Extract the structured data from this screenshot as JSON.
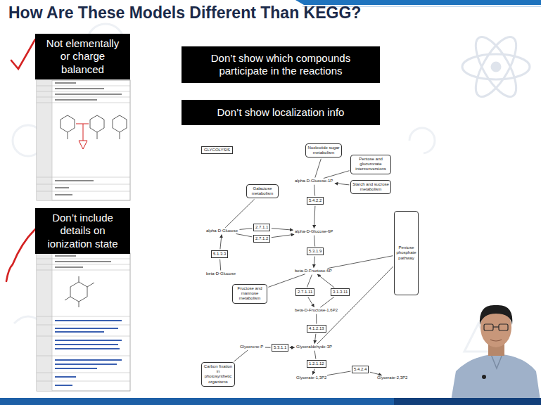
{
  "diagram": {
    "title": "How Are These Models Different Than KEGG?",
    "nodes": [
      {
        "text": [
          "Not elementally or charge balanced"
        ]
      },
      {
        "text": [
          "Don’t show which compounds participate in the reactions"
        ]
      },
      {
        "text": [
          "Don’t show localization info"
        ]
      },
      {
        "text": [
          "Don’t include details on ionization state"
        ]
      },
      {
        "text": [
          "GLYCOLYSIS"
        ]
      },
      {
        "text": [
          "Nucleotide sugar metabolism"
        ]
      },
      {
        "text": [
          "Pentose and glucuronate interconversions"
        ]
      },
      {
        "text": [
          "Starch and sucrose metabolism"
        ]
      },
      {
        "text": [
          "alpha-D-Glucose-1P"
        ]
      },
      {
        "text": [
          "5.4.2.2"
        ]
      },
      {
        "text": [
          "Galactose metabolism"
        ]
      },
      {
        "text": [
          "alpha-D-Glucose"
        ]
      },
      {
        "text": [
          "2.7.1.1"
        ]
      },
      {
        "text": [
          "2.7.1.2"
        ]
      },
      {
        "text": [
          "alpha-D-Glucose-6P"
        ]
      },
      {
        "text": [
          "5.3.1.9"
        ]
      },
      {
        "text": [
          "5.1.3.3"
        ]
      },
      {
        "text": [
          "beta-D-Glucose"
        ]
      },
      {
        "text": [
          "beta-D-Fructose-6P"
        ]
      },
      {
        "text": [
          "Fructose and mannose metabolism"
        ]
      },
      {
        "text": [
          "2.7.1.11"
        ]
      },
      {
        "text": [
          "3.1.3.11"
        ]
      },
      {
        "text": [
          "beta-D-Fructose-1,6P2"
        ]
      },
      {
        "text": [
          "4.1.2.13"
        ]
      },
      {
        "text": [
          "Glycerone-P"
        ]
      },
      {
        "text": [
          "5.3.1.1"
        ]
      },
      {
        "text": [
          "Glyceraldehyde-3P"
        ]
      },
      {
        "text": [
          "Pentose phosphate pathway"
        ]
      },
      {
        "text": [
          "1.2.1.12"
        ]
      },
      {
        "text": [
          "Glycerate-1,3P2"
        ]
      },
      {
        "text": [
          "5.4.2.4"
        ]
      },
      {
        "text": [
          "Glycerate-2,3P2"
        ]
      },
      {
        "text": [
          "Carbon fixation in photosynthetic organisms"
        ]
      }
    ],
    "edges": [
      {
        "from": 5,
        "to": 8,
        "arrow": "none"
      },
      {
        "from": 6,
        "to": 8,
        "arrow": "none"
      },
      {
        "from": 7,
        "to": 8,
        "arrow": "to"
      },
      {
        "from": 8,
        "to": 9,
        "arrow": "none"
      },
      {
        "from": 9,
        "to": 14,
        "arrow": "to"
      },
      {
        "from": 10,
        "to": 11,
        "arrow": "none"
      },
      {
        "from": 11,
        "to": 12,
        "arrow": "none"
      },
      {
        "from": 12,
        "to": 14,
        "arrow": "to"
      },
      {
        "from": 11,
        "to": 13,
        "arrow": "none"
      },
      {
        "from": 13,
        "to": 14,
        "arrow": "to"
      },
      {
        "from": 17,
        "to": 16,
        "arrow": "none"
      },
      {
        "from": 16,
        "to": 11,
        "arrow": "to"
      },
      {
        "from": 14,
        "to": 15,
        "arrow": "none"
      },
      {
        "from": 15,
        "to": 18,
        "arrow": "to"
      },
      {
        "from": 19,
        "to": 18,
        "arrow": "none"
      },
      {
        "from": 18,
        "to": 20,
        "arrow": "none"
      },
      {
        "from": 20,
        "to": 22,
        "arrow": "to"
      },
      {
        "from": 22,
        "to": 21,
        "arrow": "none"
      },
      {
        "from": 21,
        "to": 18,
        "arrow": "to"
      },
      {
        "from": 27,
        "to": 18,
        "arrow": "none"
      },
      {
        "from": 22,
        "to": 23,
        "arrow": "none"
      },
      {
        "from": 23,
        "to": 26,
        "arrow": "to"
      },
      {
        "from": 24,
        "to": 25,
        "arrow": "none"
      },
      {
        "from": 25,
        "to": 26,
        "arrow": "both"
      },
      {
        "from": 27,
        "to": 26,
        "arrow": "none"
      },
      {
        "from": 32,
        "to": 24,
        "arrow": "none"
      },
      {
        "from": 26,
        "to": 28,
        "arrow": "none"
      },
      {
        "from": 28,
        "to": 29,
        "arrow": "to"
      },
      {
        "from": 29,
        "to": 30,
        "arrow": "none"
      },
      {
        "from": 30,
        "to": 31,
        "arrow": "to"
      }
    ]
  }
}
